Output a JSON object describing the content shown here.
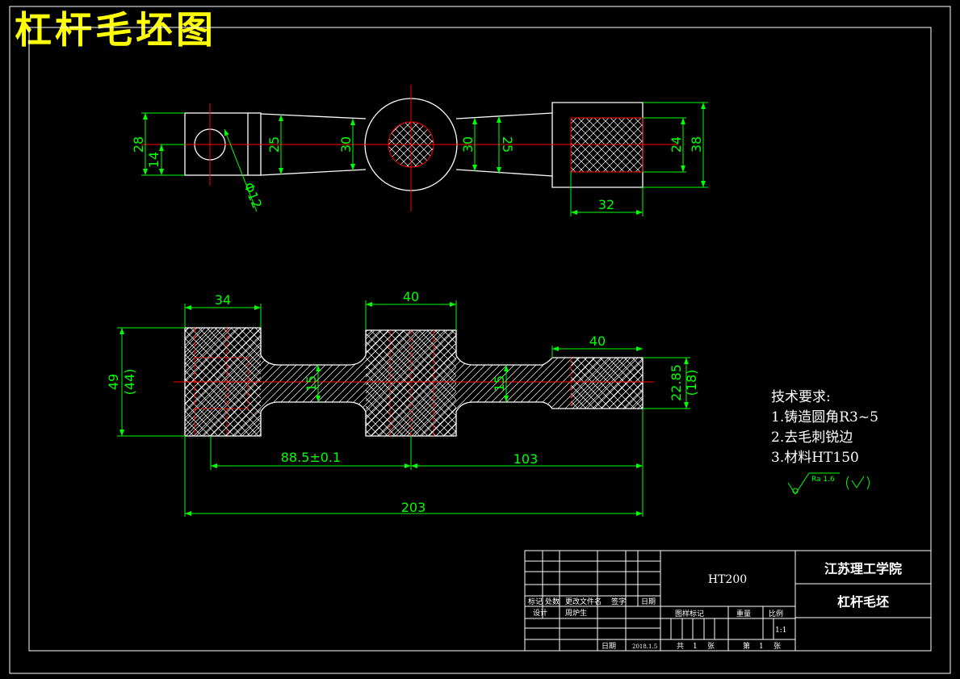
{
  "title": "杠杆毛坯图",
  "colors": {
    "background": "#000000",
    "outline": "#ffffff",
    "dimension": "#00ff00",
    "centerline": "#ff0000",
    "title": "#ffff00",
    "hatch": "#ffffff"
  },
  "top_view": {
    "dims": {
      "d28": "28",
      "d14": "14",
      "d25a": "25",
      "d30a": "30",
      "d30b": "30",
      "d25b": "25",
      "d24": "24",
      "d38": "38",
      "d32": "32",
      "phi12": "Φ12"
    }
  },
  "front_view": {
    "dims": {
      "d34": "34",
      "d40a": "40",
      "d40b": "40",
      "d49": "49",
      "d44": "(44)",
      "d15a": "15",
      "d15b": "15",
      "d2285": "22.85",
      "d18": "(18)",
      "d885": "88.5±0.1",
      "d103": "103",
      "d203": "203"
    }
  },
  "notes": {
    "heading": "技术要求:",
    "items": [
      "1.铸造圆角R3~5",
      "2.去毛刺锐边",
      "3.材料HT150"
    ],
    "roughness": "Ra 1.6"
  },
  "title_block": {
    "material": "HT200",
    "school": "江苏理工学院",
    "part_name": "杠杆毛坯",
    "labels": {
      "mark": "标记",
      "count": "处数",
      "doc": "更改文件名",
      "sign": "签字",
      "date": "日期",
      "design": "设计",
      "designer": "周炉生",
      "stage": "图样标记",
      "weight": "重量",
      "scale_label": "比例",
      "scale": "1:1",
      "approve": "日期",
      "date_val": "2018.1.5",
      "total": "共",
      "total_n": "1",
      "sheet_unit": "张",
      "sheet": "第",
      "sheet_n": "1",
      "sheet_unit2": "张"
    }
  }
}
